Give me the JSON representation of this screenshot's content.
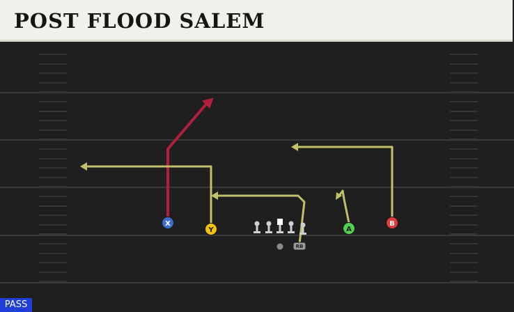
{
  "title": "POST FLOOD SALEM",
  "mode_badge": "PASS",
  "colors": {
    "field": "#1f1f1f",
    "yard_line": "#3a3a3a",
    "hash": "#343434",
    "route_red": "#b0203a",
    "route_yellow": "#c2c06a",
    "badge": "#1f3fd8",
    "linemen": "#cfcfcf"
  },
  "players": [
    {
      "id": "X",
      "label": "X",
      "color": "#3a6fd0",
      "text_color": "#ffffff"
    },
    {
      "id": "Y",
      "label": "Y",
      "color": "#f2c20c",
      "text_color": "#222222"
    },
    {
      "id": "A",
      "label": "A",
      "color": "#52d150",
      "text_color": "#222222"
    },
    {
      "id": "B",
      "label": "B",
      "color": "#e23a3a",
      "text_color": "#ffffff"
    },
    {
      "id": "RB",
      "label": "RB",
      "color": "#9a9a9a",
      "text_color": "#222222"
    }
  ],
  "quarterback_icon": "qb-dot",
  "lineman_icon": "offensive-lineman-icon"
}
